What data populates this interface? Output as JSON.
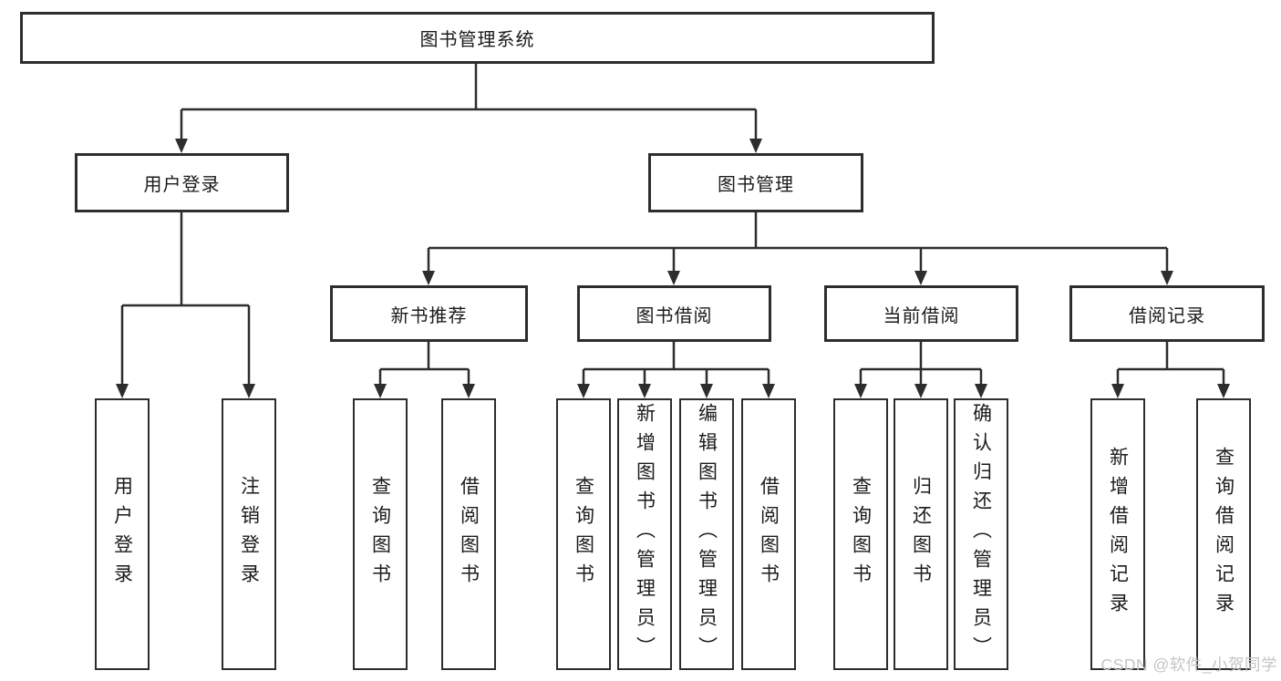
{
  "diagram": {
    "root": {
      "label": "图书管理系统"
    },
    "login": {
      "label": "用户登录",
      "children": [
        "用户登录",
        "注销登录"
      ]
    },
    "manage": {
      "label": "图书管理",
      "groups": [
        {
          "label": "新书推荐",
          "children": [
            "查询图书",
            "借阅图书"
          ]
        },
        {
          "label": "图书借阅",
          "children": [
            "查询图书",
            "新增图书（管理员）",
            "编辑图书（管理员）",
            "借阅图书"
          ]
        },
        {
          "label": "当前借阅",
          "children": [
            "查询图书",
            "归还图书",
            "确认归还（管理员）"
          ]
        },
        {
          "label": "借阅记录",
          "children": [
            "新增借阅记录",
            "查询借阅记录"
          ]
        }
      ]
    }
  },
  "watermark": {
    "text": "CSDN @软件_小贺同学"
  },
  "colors": {
    "line": "#2d2d2d",
    "box_background": "#ffffff",
    "text": "#1b1b1b",
    "watermark": "#c6c4c4"
  }
}
